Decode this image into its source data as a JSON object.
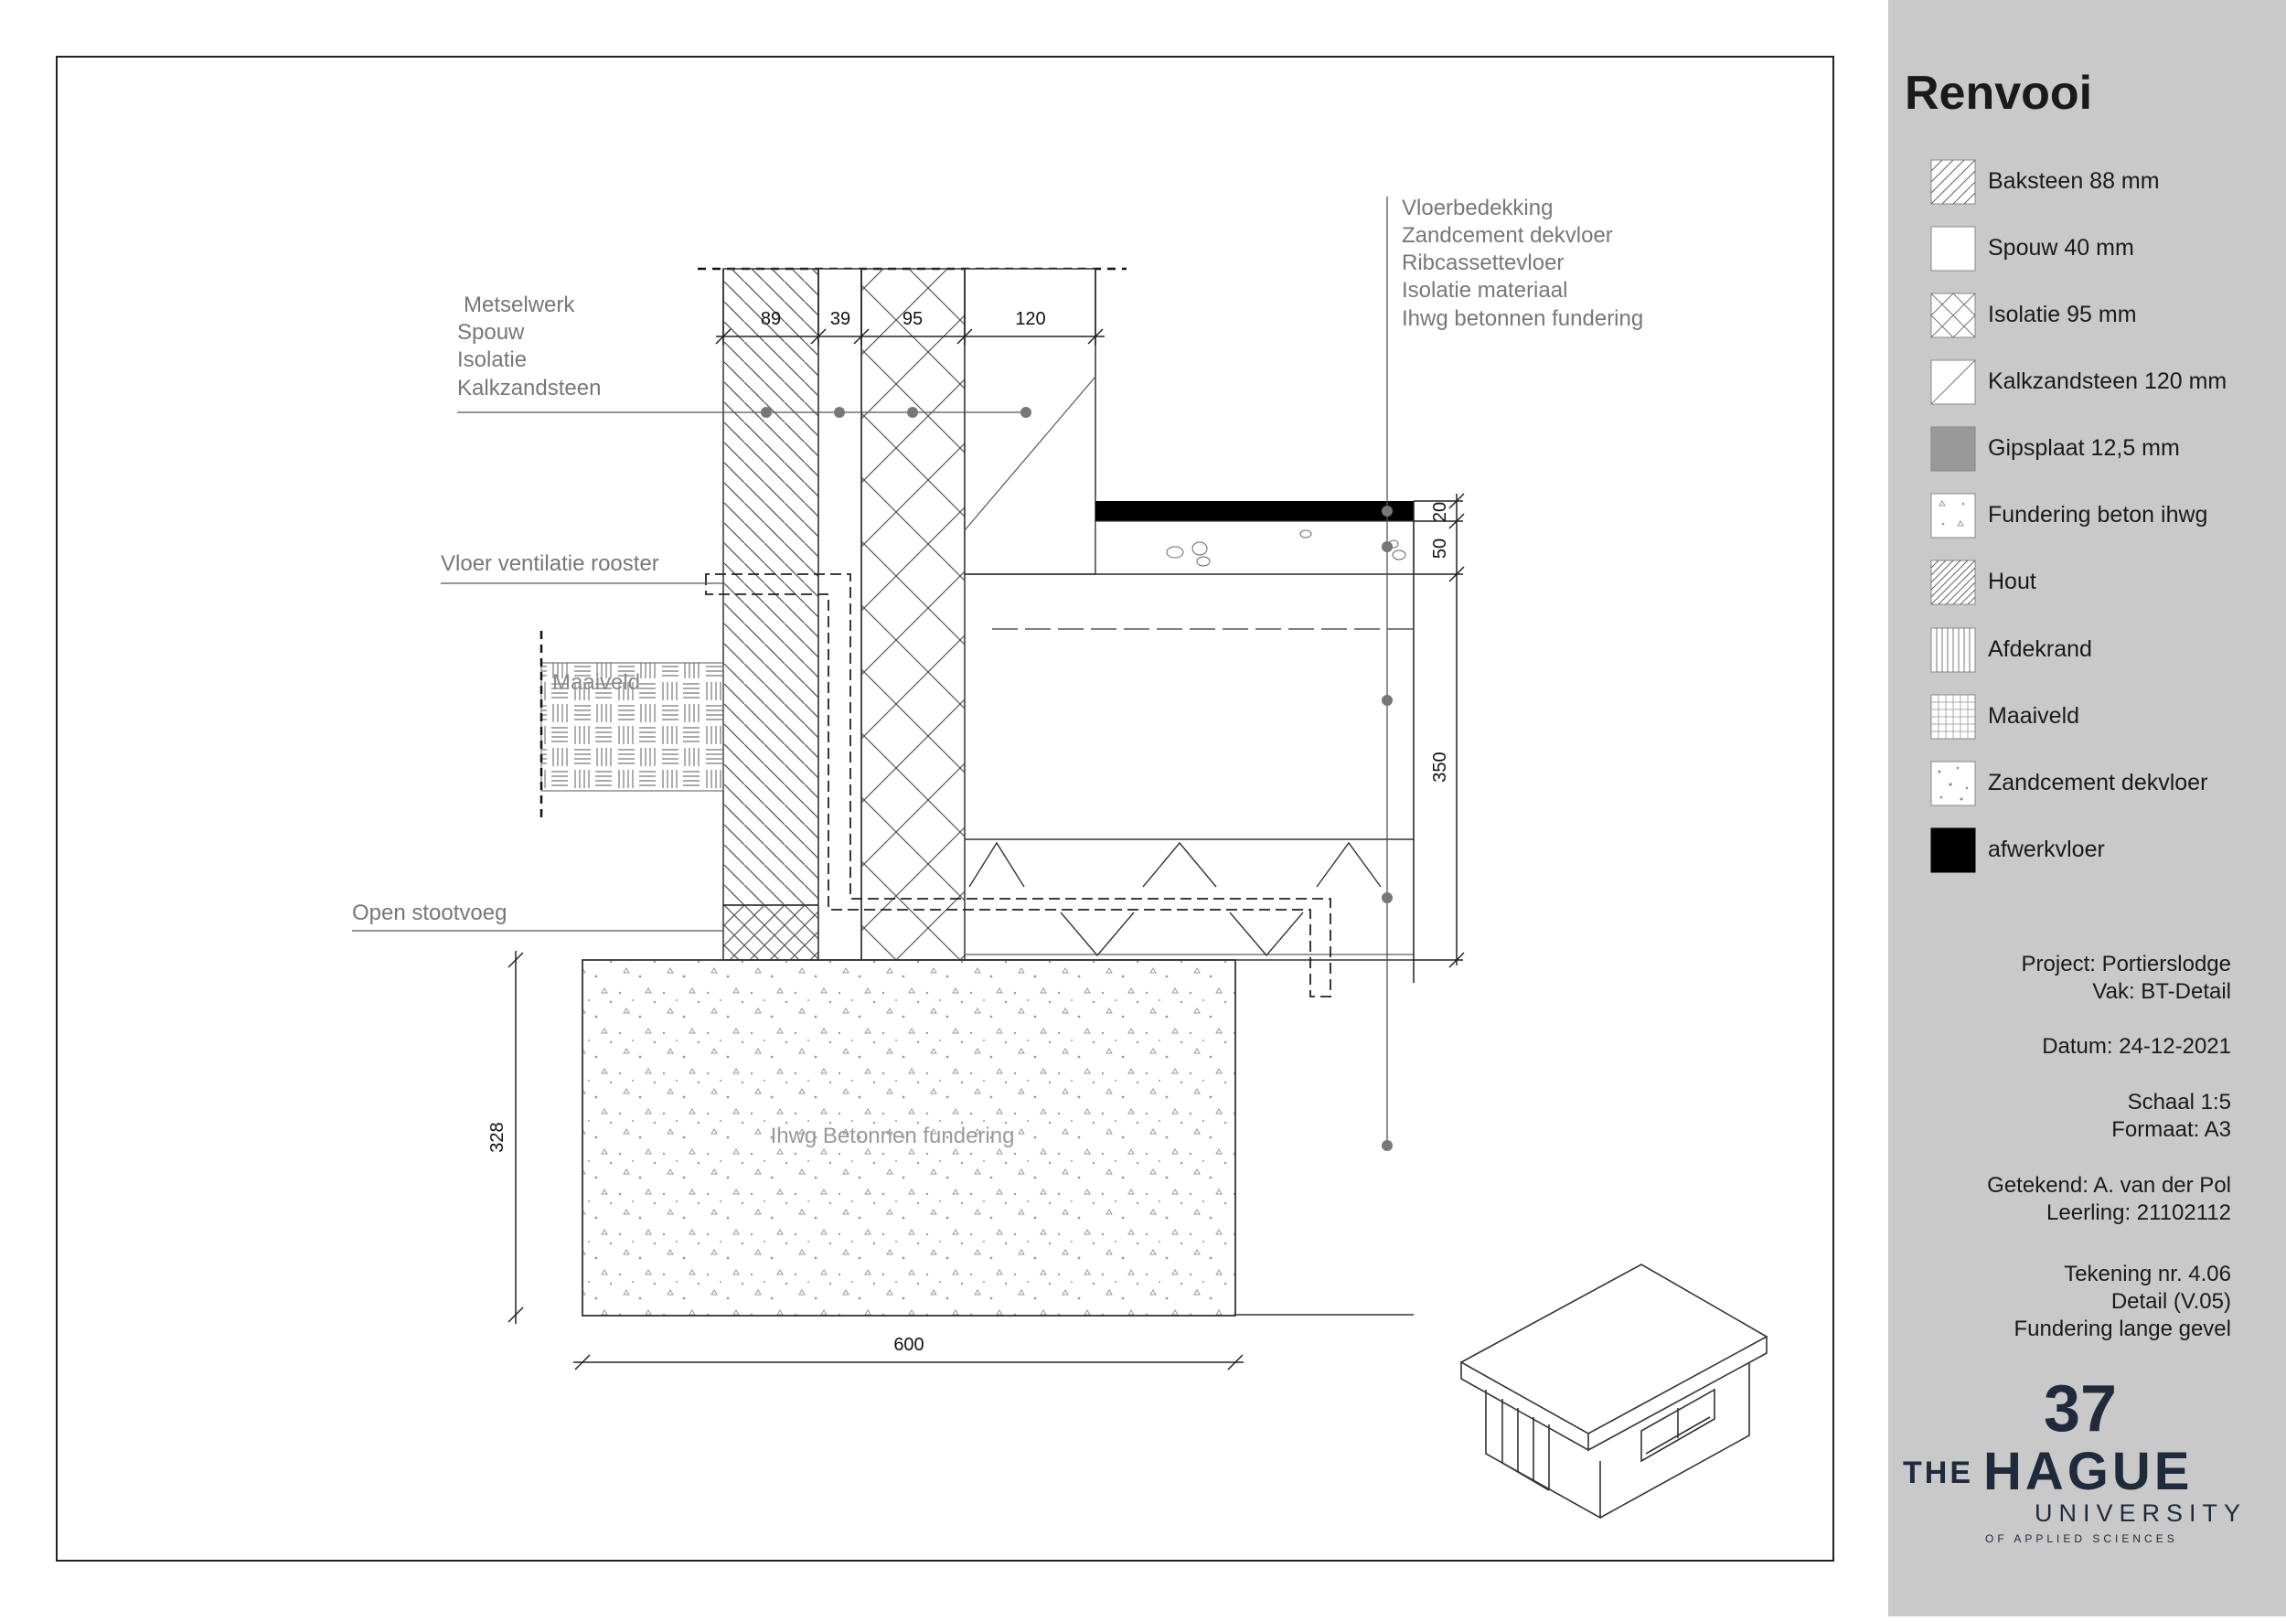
{
  "drawing": {
    "wall_labels": [
      "Metselwerk",
      "Spouw",
      "Isolatie",
      "Kalkzandsteen"
    ],
    "floor_labels": [
      "Vloerbedekking",
      "Zandcement dekvloer",
      "Ribcassettevloer",
      "Isolatie materiaal",
      "Ihwg betonnen fundering"
    ],
    "vent_label": "Vloer ventilatie rooster",
    "stootvoeg_label": "Open stootvoeg",
    "ground_label": "Maaiveld",
    "foundation_label": "Ihwg Betonnen fundering",
    "dims": {
      "brick": "89",
      "cavity": "39",
      "insulation": "95",
      "sandlime": "120",
      "finish": "20",
      "screed": "50",
      "floor": "350",
      "foundation_height": "328",
      "foundation_width": "600"
    }
  },
  "legend": {
    "title": "Renvooi",
    "items": [
      {
        "label": "Baksteen 88 mm",
        "pattern": "diag-dense"
      },
      {
        "label": "Spouw 40 mm",
        "pattern": "empty"
      },
      {
        "label": "Isolatie 95 mm",
        "pattern": "cross"
      },
      {
        "label": "Kalkzandsteen 120 mm",
        "pattern": "diag-single"
      },
      {
        "label": "Gipsplaat 12,5 mm",
        "pattern": "gray",
        "color": "#999999"
      },
      {
        "label": "Fundering beton ihwg",
        "pattern": "triangle-dots"
      },
      {
        "label": "Hout",
        "pattern": "diag-dense"
      },
      {
        "label": "Afdekrand",
        "pattern": "vertical-lines"
      },
      {
        "label": "Maaiveld",
        "pattern": "grid"
      },
      {
        "label": "Zandcement dekvloer",
        "pattern": "speckle"
      },
      {
        "label": "afwerkvloer",
        "pattern": "black",
        "color": "#000000"
      }
    ]
  },
  "info": {
    "project": "Project: Portierslodge",
    "vak": "Vak: BT-Detail",
    "datum": "Datum: 24-12-2021",
    "schaal": "Schaal 1:5",
    "formaat": "Formaat: A3",
    "getekend": "Getekend: A. van der Pol",
    "leerling": "Leerling: 21102112",
    "tekening": "Tekening nr. 4.06",
    "detail": "Detail (V.05)",
    "omschrijving": "Fundering lange gevel"
  },
  "logo": {
    "number": "37",
    "the": "THE",
    "hague": "HAGUE",
    "university": "UNIVERSITY",
    "sub": "OF APPLIED SCIENCES"
  }
}
